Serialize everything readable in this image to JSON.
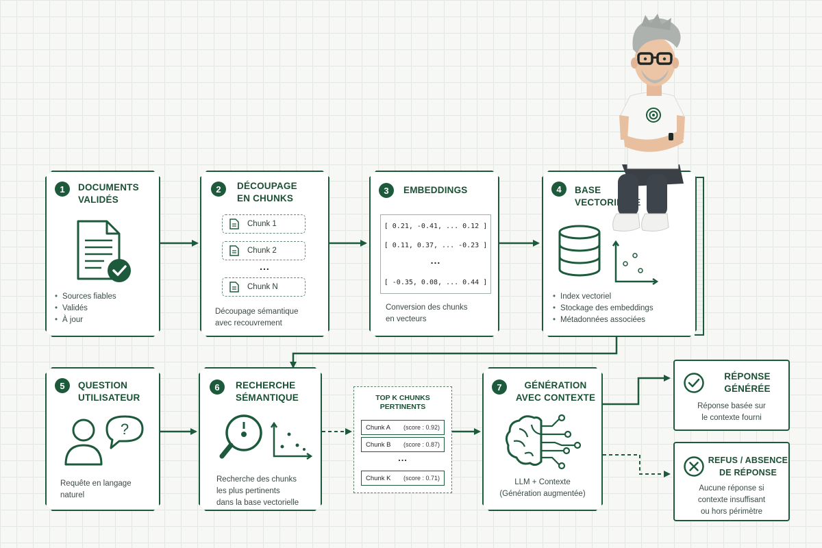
{
  "steps": {
    "s1": {
      "num": "1",
      "title1": "DOCUMENTS",
      "title2": "VALIDÉS",
      "bullets": [
        "Sources fiables",
        "Validés",
        "À jour"
      ]
    },
    "s2": {
      "num": "2",
      "title1": "DÉCOUPAGE",
      "title2": "EN CHUNKS",
      "chunks": [
        "Chunk 1",
        "Chunk 2",
        "Chunk N"
      ],
      "ellipsis": "...",
      "desc1": "Découpage sémantique",
      "desc2": "avec recouvrement"
    },
    "s3": {
      "num": "3",
      "title": "EMBEDDINGS",
      "vectors": [
        "[ 0.21, -0.41, ... 0.12 ]",
        "[ 0.11, 0.37, ... -0.23 ]",
        "[ -0.35, 0.08, ... 0.44 ]"
      ],
      "ellipsis": "...",
      "desc1": "Conversion des chunks",
      "desc2": "en vecteurs"
    },
    "s4": {
      "num": "4",
      "title1": "BASE",
      "title2": "VECTORIELLE",
      "bullets": [
        "Index vectoriel",
        "Stockage des embeddings",
        "Métadonnées associées"
      ]
    },
    "s5": {
      "num": "5",
      "title1": "QUESTION",
      "title2": "UTILISATEUR",
      "desc1": "Requête en langage",
      "desc2": "naturel"
    },
    "s6": {
      "num": "6",
      "title1": "RECHERCHE",
      "title2": "SÉMANTIQUE",
      "desc1": "Recherche des chunks",
      "desc2": "les plus pertinents",
      "desc3": "dans la base vectorielle"
    },
    "s7": {
      "num": "7",
      "title1": "GÉNÉRATION",
      "title2": "AVEC CONTEXTE",
      "desc1": "LLM + Contexte",
      "desc2": "(Génération augmentée)"
    }
  },
  "topk": {
    "title1": "TOP K CHUNKS",
    "title2": "PERTINENTS",
    "rows": [
      {
        "label": "Chunk A",
        "score": "(score : 0.92)"
      },
      {
        "label": "Chunk B",
        "score": "(score : 0.87)"
      },
      {
        "label": "Chunk K",
        "score": "(score : 0.71)"
      }
    ],
    "ellipsis": "..."
  },
  "outcomes": {
    "ok": {
      "title1": "RÉPONSE",
      "title2": "GÉNÉRÉE",
      "desc1": "Réponse basée sur",
      "desc2": "le contexte fourni"
    },
    "ko": {
      "title1": "REFUS / ABSENCE",
      "title2": "DE RÉPONSE",
      "desc1": "Aucune réponse si",
      "desc2": "contexte insuffisant",
      "desc3": "ou hors périmètre"
    }
  },
  "colors": {
    "primary": "#1d5a3c",
    "text": "#3a4a42",
    "grid": "#e4e8e3"
  }
}
